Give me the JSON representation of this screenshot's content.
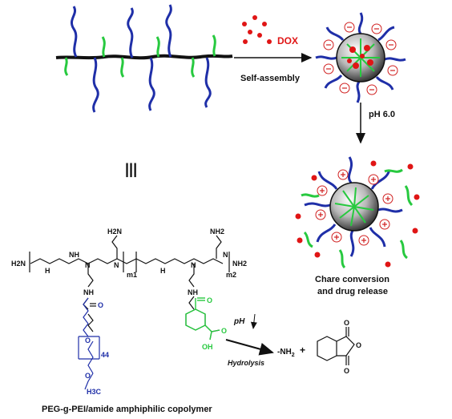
{
  "labels": {
    "drug": "DOX",
    "self_assembly": "Self-assembly",
    "ph_step": "pH 6.0",
    "release_line1": "Chare conversion",
    "release_line2": "and drug release",
    "equiv": "|||",
    "caption": "PEG-g-PEI/amide amphiphilic copolymer",
    "hydrolysis_ph": "pH",
    "hydrolysis": "Hydrolysis",
    "amine_product": "-NH",
    "plus": "+"
  },
  "chem": {
    "h2n": "H2N",
    "nh": "NH",
    "h": "H",
    "n": "N",
    "m1": "m1",
    "m2": "m2",
    "nh2": "NH2",
    "o": "O",
    "oh": "OH",
    "n44": "44",
    "h3c": "H3C"
  },
  "colors": {
    "backbone": "#111111",
    "peg": "#1f2fa8",
    "amide": "#27c93f",
    "dox": "#e01515",
    "charge": "#d02020"
  }
}
